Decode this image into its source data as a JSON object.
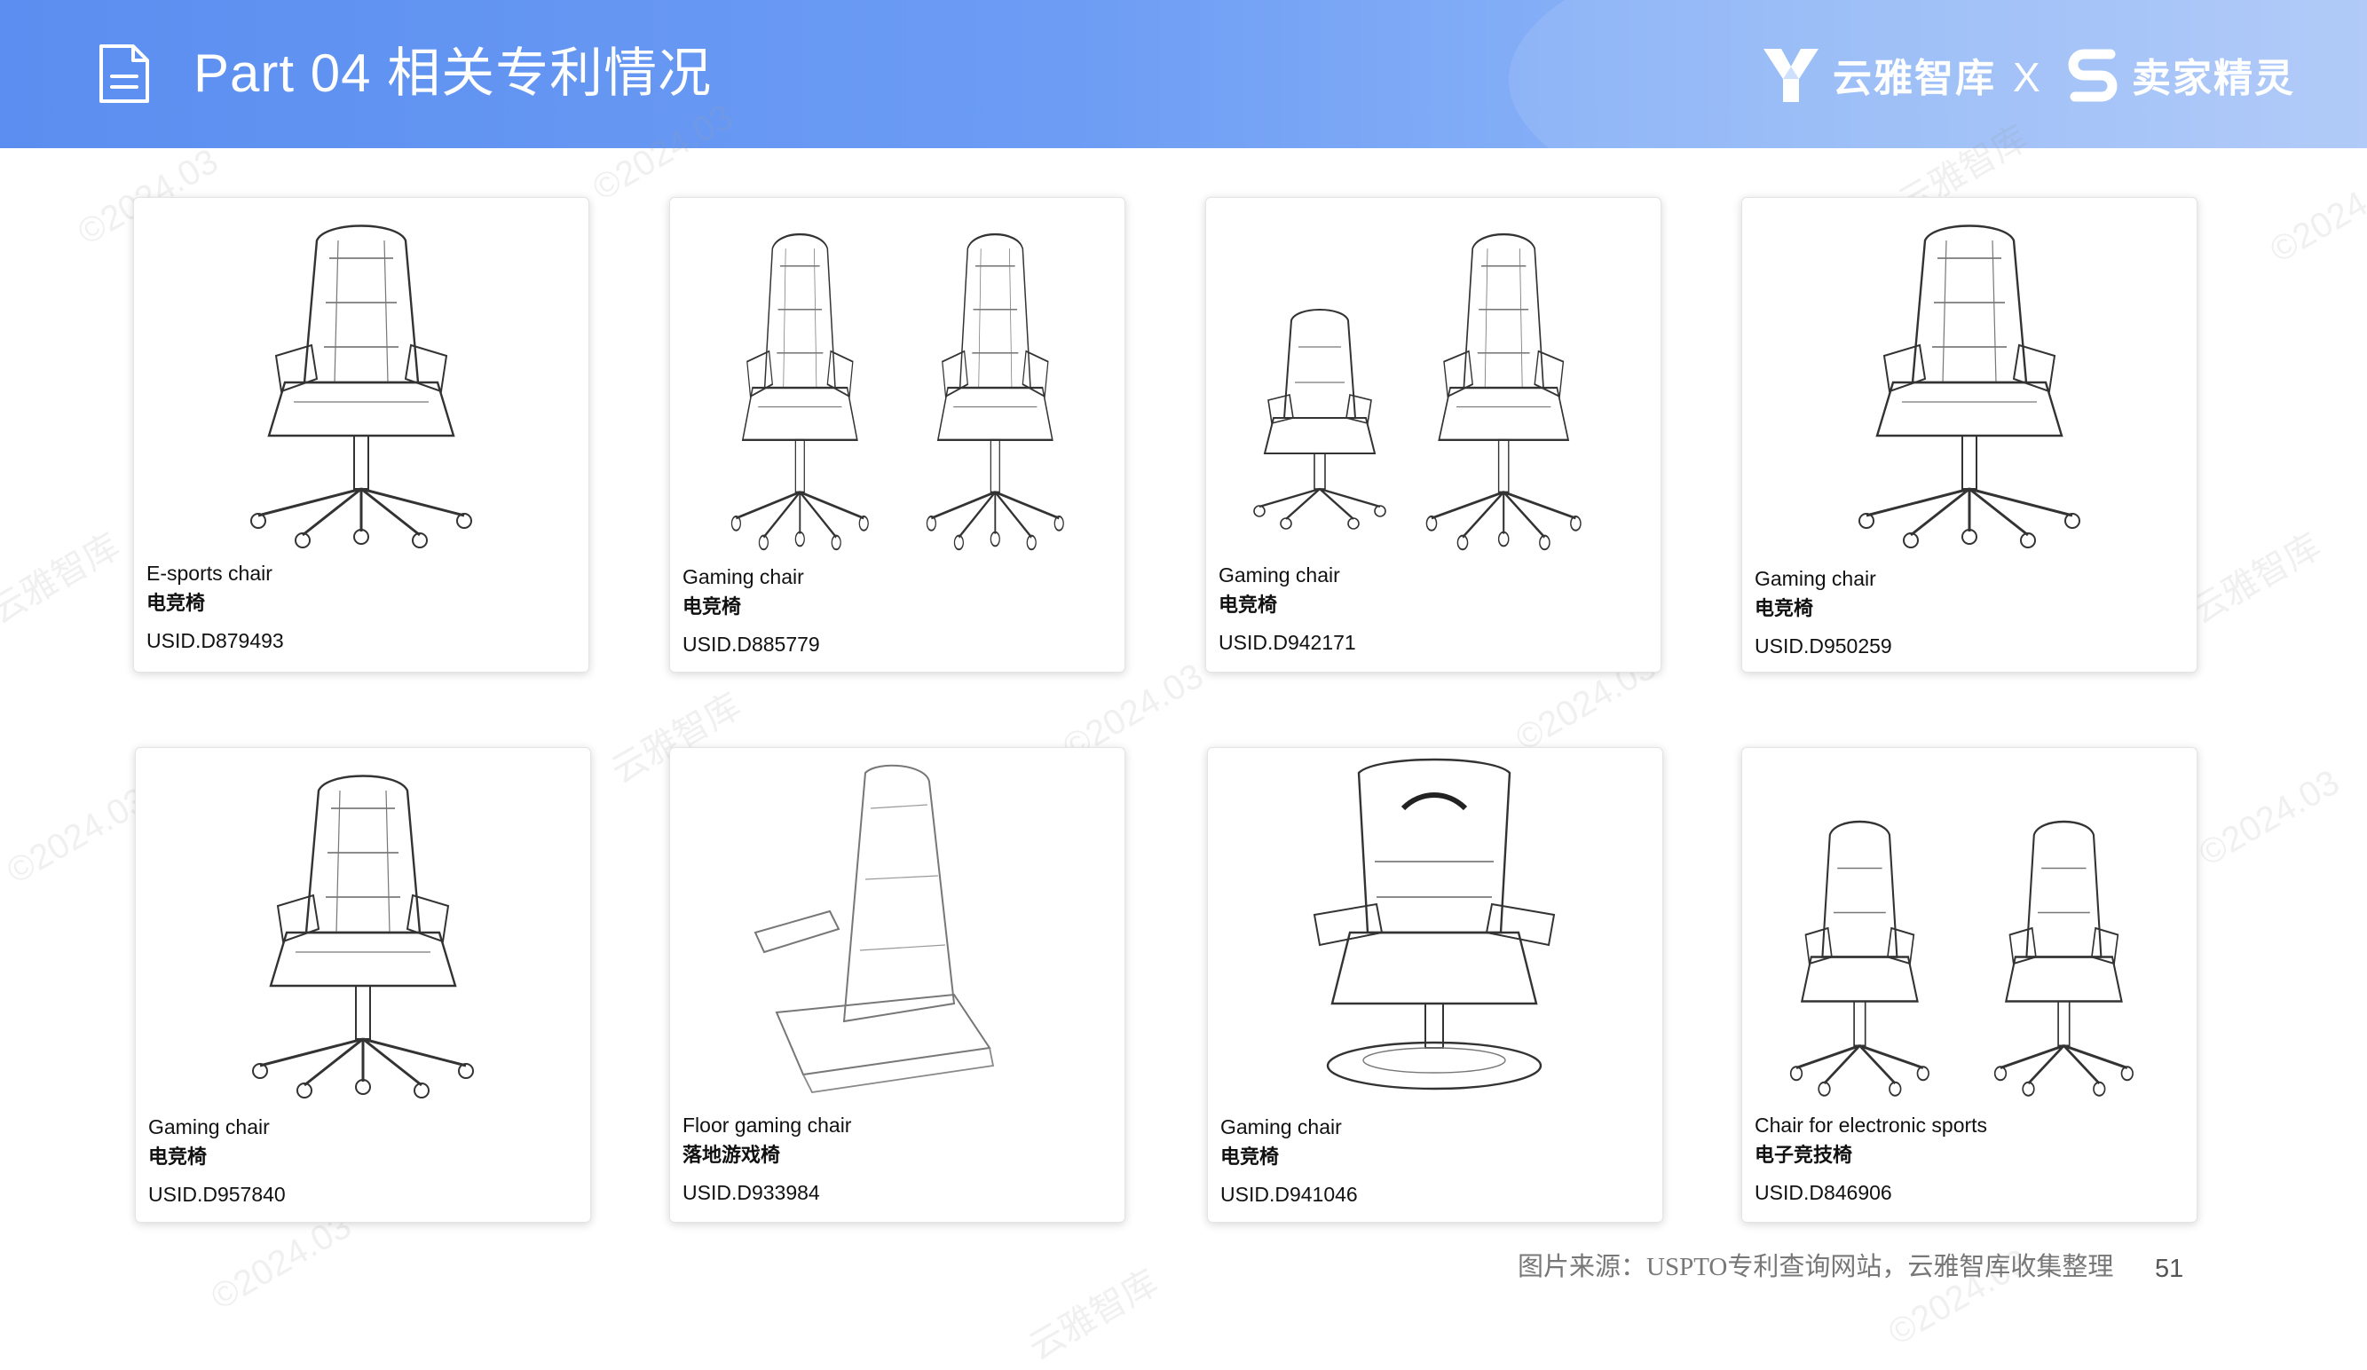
{
  "header": {
    "title": "Part 04  相关专利情况",
    "brand1": "云雅智库",
    "brand_separator": "X",
    "brand2": "卖家精灵",
    "icons": [
      "document-icon",
      "yunya-logo-icon",
      "maijia-logo-icon"
    ],
    "gradient_colors": [
      "#5b8ef0",
      "#a9c5f8"
    ]
  },
  "watermark_texts": [
    "©2024.03",
    "云雅智库"
  ],
  "patents": [
    {
      "en": "E-sports chair",
      "cn": "电竞椅",
      "id": "USID.D879493"
    },
    {
      "en": "Gaming chair",
      "cn": "电竞椅",
      "id": "USID.D885779"
    },
    {
      "en": "Gaming chair",
      "cn": "电竞椅",
      "id": "USID.D942171"
    },
    {
      "en": "Gaming chair",
      "cn": "电竞椅",
      "id": "USID.D950259"
    },
    {
      "en": "Gaming chair",
      "cn": "电竞椅",
      "id": "USID.D957840"
    },
    {
      "en": "Floor gaming chair",
      "cn": "落地游戏椅",
      "id": "USID.D933984"
    },
    {
      "en": "Gaming chair",
      "cn": "电竞椅",
      "id": "USID.D941046"
    },
    {
      "en": "Chair for electronic sports",
      "cn": "电子竞技椅",
      "id": "USID.D846906"
    }
  ],
  "footer": {
    "source": "图片来源：USPTO专利查询网站，云雅智库收集整理",
    "page_number": "51"
  }
}
